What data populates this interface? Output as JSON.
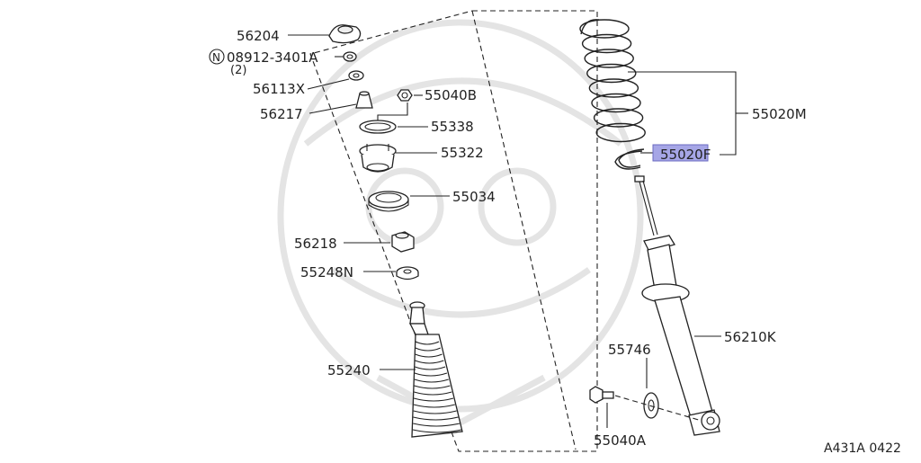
{
  "diagram_code": "A431A 0422",
  "highlight_color": "#a6a6e6",
  "callouts": {
    "c56204": "56204",
    "c08912": "08912-3401A",
    "c08912_qty": "(2)",
    "c08912_prefix": "N",
    "c56113": "56113X",
    "c56217": "56217",
    "c55040b": "55040B",
    "c55338": "55338",
    "c55322": "55322",
    "c55034": "55034",
    "c56218": "56218",
    "c55248": "55248N",
    "c55240": "55240",
    "c55020m": "55020M",
    "c55020f": "55020F",
    "c56210k": "56210K",
    "c55746": "55746",
    "c55040a": "55040A"
  }
}
